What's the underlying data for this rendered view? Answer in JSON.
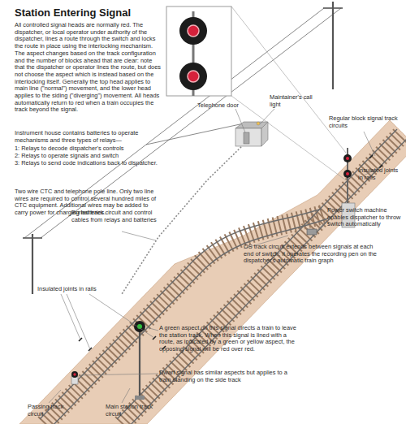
{
  "diagram": {
    "title": "Station Entering Signal",
    "labels": [
      "All controlled signal heads are normally red. The dispatcher, or local operator under authority of the dispatcher, lines a route through the switch and locks the route in place using the interlocking mechanism. The aspect changes based on the track configuration and the number of blocks ahead that are clear: note that the dispatcher or operator lines the route, but does not choose the aspect which is instead based on the interlocking itself. Generally the top head applies to main line (\"normal\") movement, and the lower head applies to the siding (\"diverging\") movement. All heads automatically return to red when a train occupies the track beyond the signal.",
      "Instrument house contains batteries to operate mechanisms and three types of relays—",
      "1: Relays to decode dispatcher's controls",
      "2: Relays to operate signals and switch",
      "3: Relays to send code indications back to dispatcher.",
      "Two wire CTC and telephone pole line. Only two line wires are required to control several hundred miles of CTC equipment. Additional wires may be added to carry power for charging batteries.",
      "Telephone door",
      "Maintainer's call light",
      "Regular block signal track circuits",
      "Insulated joints in rails",
      "Power switch machine enables dispatcher to throw switch automatically",
      "Buried track circuit and control cables from relays and batteries",
      "OS track circuit extends between signals at each end of switch; it operates the recording pen on the dispatcher's automatic train graph",
      "Insulated joints in rails",
      "A green aspect on this signal directs a train to leave the station track. When this signal is lined with a route, as indicated by a green or yellow aspect, the opposing signal will be red over red.",
      "Dwarf signal has similar aspects but applies to a train standing on the side track",
      "Passing track circuit",
      "Main station track circuit"
    ]
  }
}
